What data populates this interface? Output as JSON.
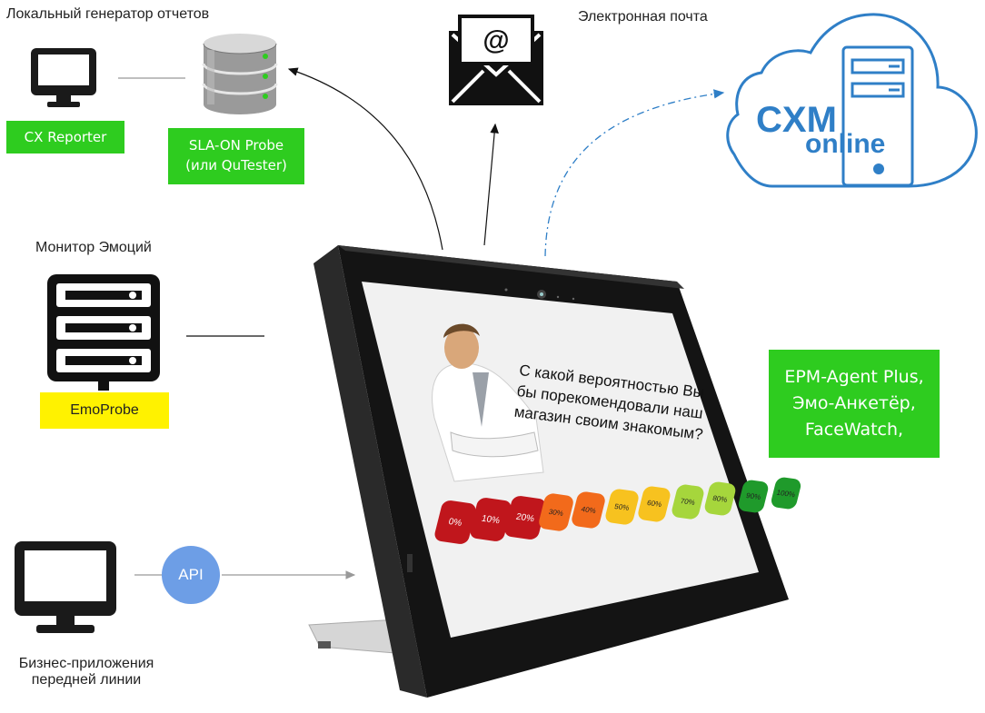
{
  "labels": {
    "local_generator": "Локальный генератор отчетов",
    "email": "Электронная почта",
    "emotion_monitor": "Монитор Эмоций",
    "business_apps_line1": "Бизнес-приложения",
    "business_apps_line2": "передней линии"
  },
  "boxes": {
    "cx_reporter": "CX Reporter",
    "sla_probe_line1": "SLA-ON Probe",
    "sla_probe_line2": "(или QuTester)",
    "emoprobe": "EmoProbe",
    "agents_line1": "EPM-Agent Plus,",
    "agents_line2": "Эмо-Анкетёр,",
    "agents_line3": "FaceWatch,",
    "api": "API"
  },
  "cloud": {
    "brand_top": "CXM",
    "brand_bottom": "online"
  },
  "email_icon": {
    "symbol": "@"
  },
  "tablet": {
    "question": "С какой вероятностью Вы бы порекомендовали наш магазин своим знакомым?",
    "scale": [
      "0%",
      "10%",
      "20%",
      "30%",
      "40%",
      "50%",
      "60%",
      "70%",
      "80%",
      "90%",
      "100%"
    ],
    "scale_colors": [
      "#c0161c",
      "#c0161c",
      "#c0161c",
      "#f26a1b",
      "#f26a1b",
      "#f7c21f",
      "#f7c21f",
      "#a6d63c",
      "#a6d63c",
      "#1f9a2b",
      "#1f9a2b"
    ]
  },
  "colors": {
    "green": "#2ecc1f",
    "yellow": "#fff200",
    "api_blue": "#6d9ee6",
    "cloud_blue": "#2f7fc7"
  }
}
